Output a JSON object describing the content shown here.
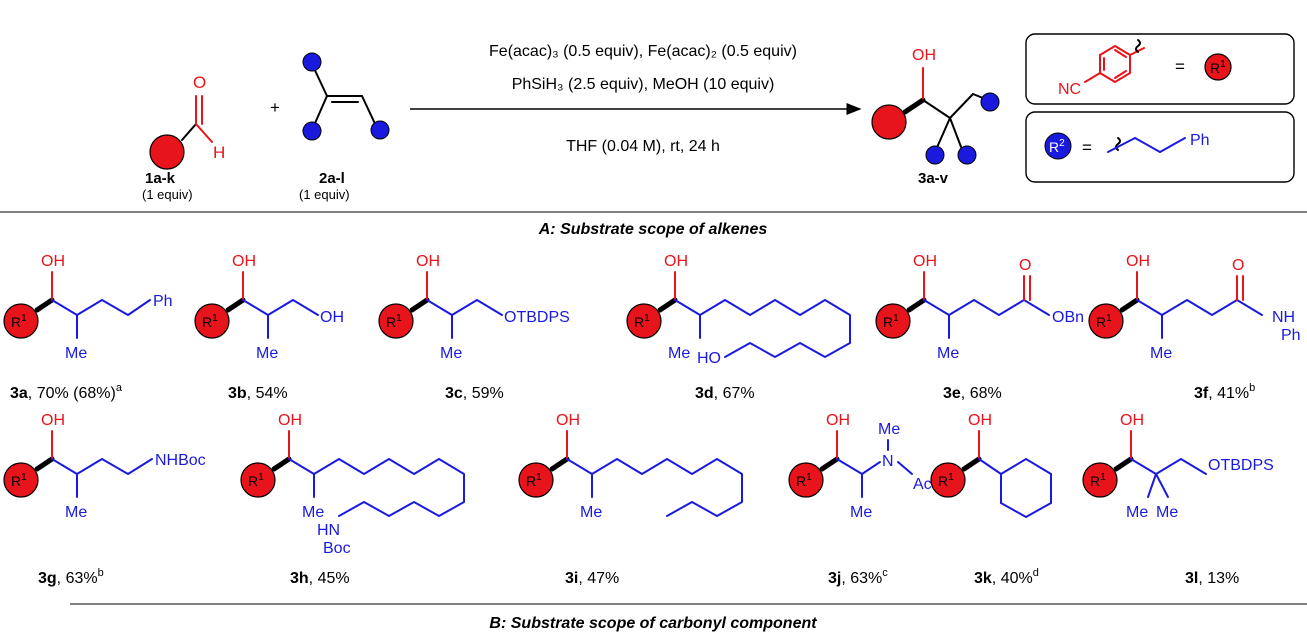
{
  "reaction": {
    "aldehyde_label": "1a-k",
    "aldehyde_equiv": "(1 equiv)",
    "alkene_label": "2a-l",
    "alkene_equiv": "(1 equiv)",
    "plus": "+",
    "conditions_line1": "Fe(acac)₃ (0.5 equiv), Fe(acac)₂ (0.5 equiv)",
    "conditions_line2": "PhSiH₃ (2.5 equiv), MeOH (10 equiv)",
    "conditions_line3": "THF (0.04 M), rt, 24 h",
    "product_label": "3a-v",
    "O": "O",
    "H": "H",
    "OH": "OH"
  },
  "legend": {
    "r1_text": "R",
    "r1_sup": "1",
    "nc": "NC",
    "equals": "=",
    "r2_text": "R",
    "r2_sup": "2",
    "ph": "Ph"
  },
  "sections": {
    "a_title": "A: Substrate scope of alkenes",
    "b_title": "B: Substrate scope of carbonyl component"
  },
  "products": [
    {
      "id": "3a",
      "yield": ", 70% (68%)",
      "note": "a",
      "group": "Ph"
    },
    {
      "id": "3b",
      "yield": ", 54%",
      "note": "",
      "group": "OH"
    },
    {
      "id": "3c",
      "yield": ", 59%",
      "note": "",
      "group": "OTBDPS"
    },
    {
      "id": "3d",
      "yield": ", 67%",
      "note": "",
      "group": "HO"
    },
    {
      "id": "3e",
      "yield": ", 68%",
      "note": "",
      "group": "OBn"
    },
    {
      "id": "3f",
      "yield": ", 41%",
      "note": "b",
      "group": "NH"
    },
    {
      "id": "3g",
      "yield": ", 63%",
      "note": "b",
      "group": "NHBoc"
    },
    {
      "id": "3h",
      "yield": ", 45%",
      "note": "",
      "group": "HN"
    },
    {
      "id": "3i",
      "yield": ", 47%",
      "note": "",
      "group": ""
    },
    {
      "id": "3j",
      "yield": ", 63%",
      "note": "c",
      "group": "N"
    },
    {
      "id": "3k",
      "yield": ", 40%",
      "note": "d",
      "group": ""
    },
    {
      "id": "3l",
      "yield": ", 13%",
      "note": "",
      "group": "OTBDPS"
    }
  ],
  "labels": {
    "me": "Me",
    "o": "O",
    "ph": "Ph",
    "boc": "Boc",
    "ac": "Ac"
  }
}
